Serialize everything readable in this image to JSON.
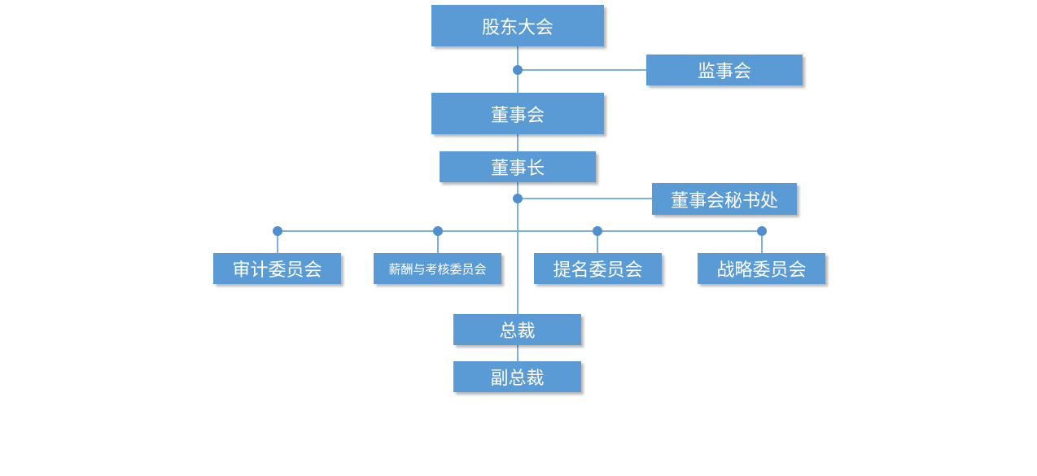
{
  "org_chart": {
    "shareholders_meeting": "股东大会",
    "supervisory_board": "监事会",
    "board_of_directors": "董事会",
    "chairman": "董事长",
    "board_secretary_office": "董事会秘书处",
    "committees": {
      "audit": "审计委员会",
      "remuneration_assessment": "薪酬与考核委员会",
      "nomination": "提名委员会",
      "strategy": "战略委员会"
    },
    "president": "总裁",
    "vice_president": "副总裁"
  },
  "colors": {
    "box_fill": "#5b9bd5",
    "box_text": "#ffffff",
    "connector": "#7fb0dd",
    "junction_dot": "#4f8fcf"
  }
}
